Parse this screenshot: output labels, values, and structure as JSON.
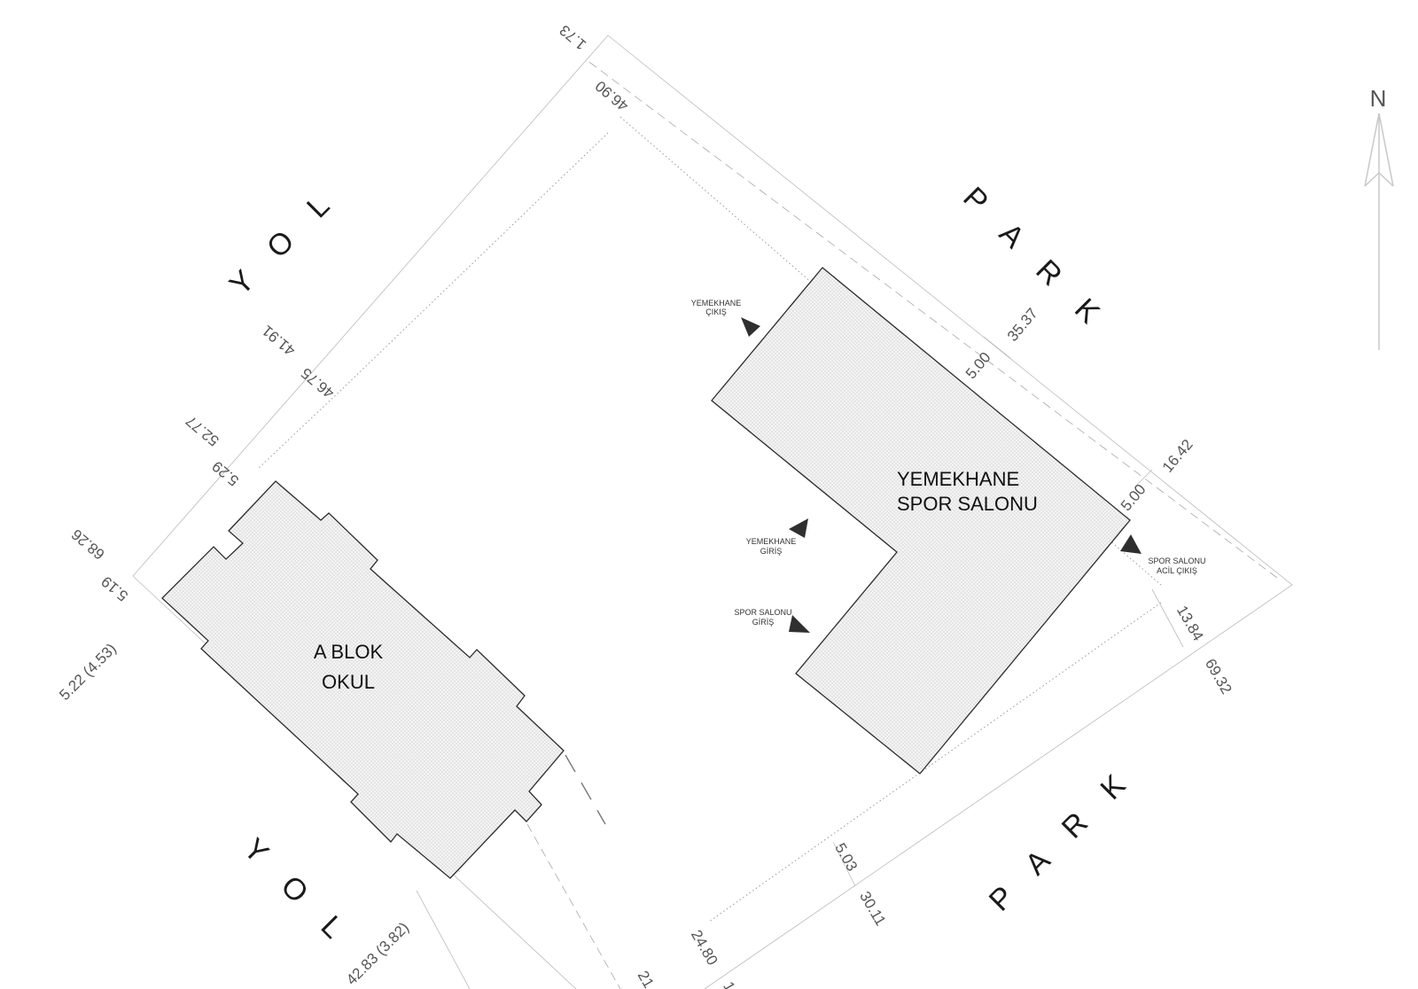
{
  "streets": {
    "yol_top": "Y O L",
    "yol_bottom": "Y O L",
    "park_top": "P A R K",
    "park_bottom": "P A R K"
  },
  "north": {
    "label": "N"
  },
  "buildings": {
    "a_blok": {
      "line1": "A BLOK",
      "line2": "OKUL"
    },
    "yemekhane": {
      "line1": "YEMEKHANE",
      "line2": "SPOR SALONU"
    }
  },
  "entrances": {
    "yemekhane_cikis": {
      "line1": "YEMEKHANE",
      "line2": "ÇIKIŞ"
    },
    "yemekhane_giris": {
      "line1": "YEMEKHANE",
      "line2": "GİRİŞ"
    },
    "spor_salonu_giris": {
      "line1": "SPOR SALONU",
      "line2": "GİRİŞ"
    },
    "spor_salonu_acil": {
      "line1": "SPOR SALONU",
      "line2": "ACİL ÇIKIŞ"
    }
  },
  "dimensions": {
    "d_1_73": "1.73",
    "d_46_90": "46.90",
    "d_41_91": "41.91",
    "d_46_75": "46.75",
    "d_52_77": "52.77",
    "d_5_29": "5.29",
    "d_68_26": "68.26",
    "d_5_19": "5.19",
    "d_5_22_4_53": "5.22  (4.53)",
    "d_42_83_3_82": "42.83  (3.82)",
    "d_35_37": "35.37",
    "d_5_00_a": "5.00",
    "d_16_42": "16.42",
    "d_5_00_b": "5.00",
    "d_13_84": "13.84",
    "d_69_32": "69.32",
    "d_5_03": "5.03",
    "d_30_11": "30.11",
    "d_24_80": "24.80",
    "d_21_partial": "21.",
    "d_1_partial": "1"
  }
}
